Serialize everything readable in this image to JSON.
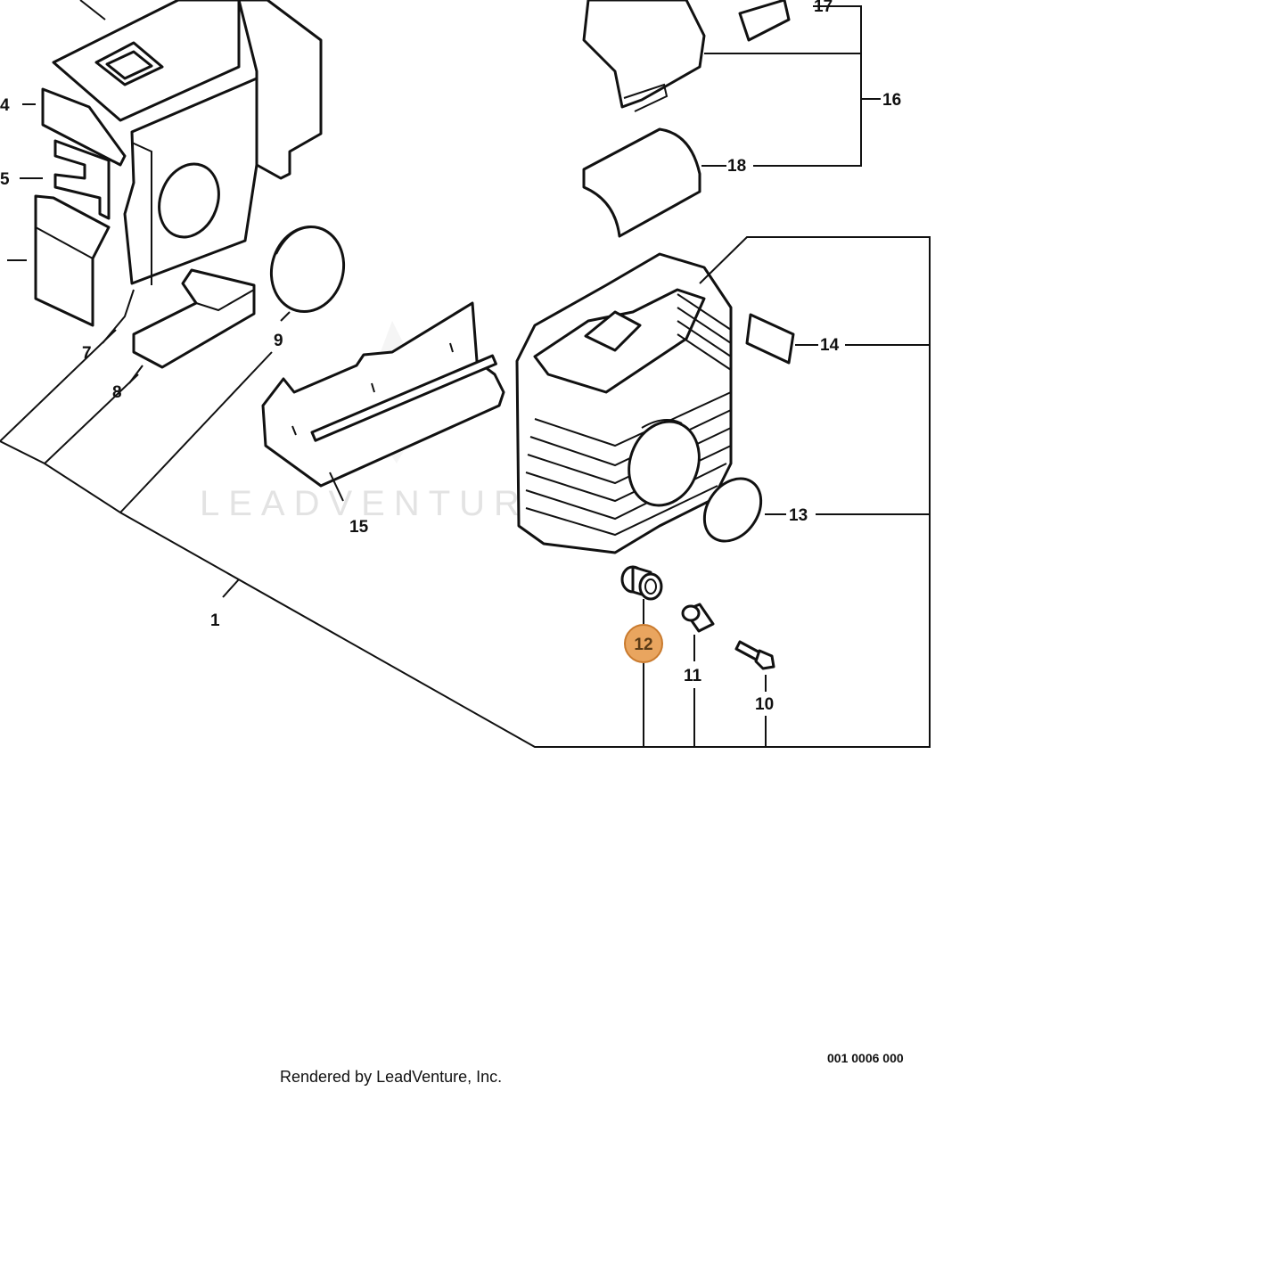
{
  "callouts": {
    "c1": "1",
    "c4": "4",
    "c5": "5",
    "c7": "7",
    "c8": "8",
    "c9": "9",
    "c10": "10",
    "c11": "11",
    "c12": "12",
    "c13": "13",
    "c14": "14",
    "c15": "15",
    "c16": "16",
    "c17": "17",
    "c18": "18"
  },
  "highlighted_callout": "12",
  "highlight_color": "#e9a55f",
  "watermark": "LEADVENTURE",
  "diagram_code": "001 0006 000",
  "render_credit": "Rendered by LeadVenture, Inc."
}
